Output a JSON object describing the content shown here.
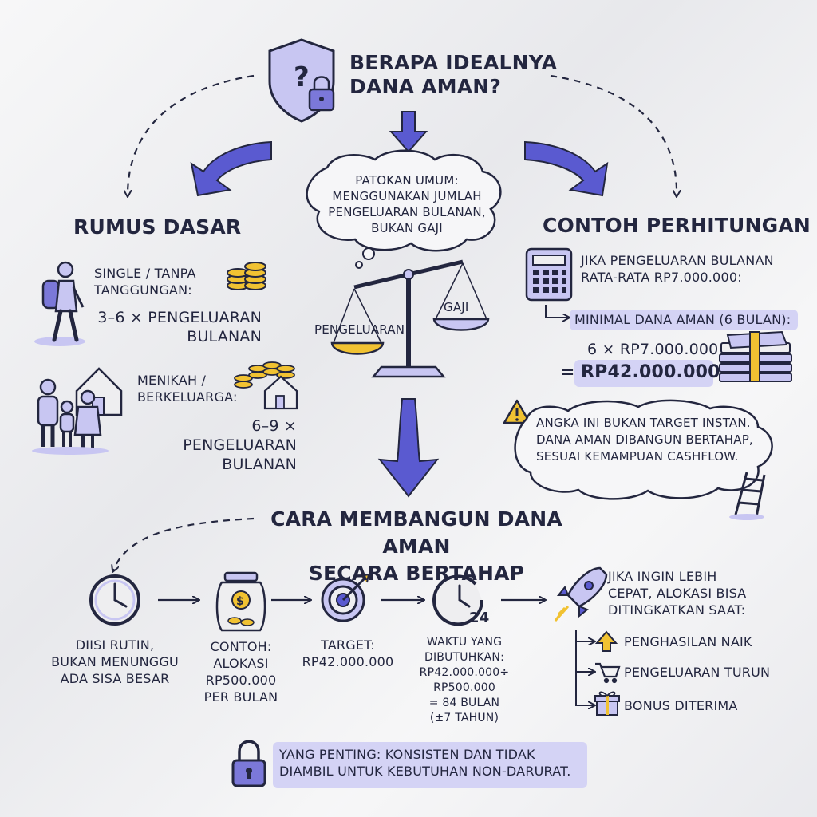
{
  "title": "BERAPA IDEALNYA\nDANA AMAN?",
  "bubble_main": "PATOKAN UMUM:\nMENGGUNAKAN JUMLAH\nPENGELUARAN BULANAN,\nBUKAN GAJI",
  "scale": {
    "left_label": "PENGELUARAN",
    "right_label": "GAJI"
  },
  "rumus": {
    "heading": "RUMUS DASAR",
    "single_label": "SINGLE / TANPA\nTANGGUNGAN:",
    "single_value": "3–6 × PENGELUARAN\nBULANAN",
    "family_label": "MENIKAH /\nBERKELUARGA:",
    "family_value": "6–9 × PENGELUARAN\nBULANAN"
  },
  "contoh": {
    "heading": "CONTOH PERHITUNGAN",
    "intro": "JIKA PENGELUARAN BULANAN\nRATA-RATA RP7.000.000:",
    "min_label": "MINIMAL DANA AMAN (6 BULAN):",
    "calc": "6 × RP7.000.000",
    "result_eq": "=",
    "result": "RP42.000.000",
    "note": "ANGKA INI BUKAN TARGET INSTAN.\nDANA AMAN DIBANGUN BERTAHAP,\nSESUAI KEMAMPUAN CASHFLOW."
  },
  "cara": {
    "heading": "CARA MEMBANGUN DANA AMAN\nSECARA BERTAHAP",
    "step1": "DIISI RUTIN,\nBUKAN MENUNGGU\nADA SISA BESAR",
    "step2": "CONTOH:\nALOKASI\nRP500.000\nPER BULAN",
    "step3": "TARGET:\nRP42.000.000",
    "step4": "WAKTU YANG\nDIBUTUHKAN:\nRP42.000.000÷\nRP500.000\n= 84 BULAN\n(±7 TAHUN)",
    "clock_num": "24",
    "faster": "JIKA INGIN LEBIH\nCEPAT, ALOKASI BISA\nDITINGKATKAN SAAT:",
    "opt1": "PENGHASILAN NAIK",
    "opt2": "PENGELUARAN TURUN",
    "opt3": "BONUS DITERIMA"
  },
  "footer": "YANG PENTING: KONSISTEN DAN TIDAK\nDIAMBIL UNTUK KEBUTUHAN NON-DARURAT.",
  "colors": {
    "ink": "#23263f",
    "accent": "#5a5ad0",
    "lavender": "#c8c6f2",
    "gold": "#f1c232",
    "paper": "#eeeef0"
  }
}
